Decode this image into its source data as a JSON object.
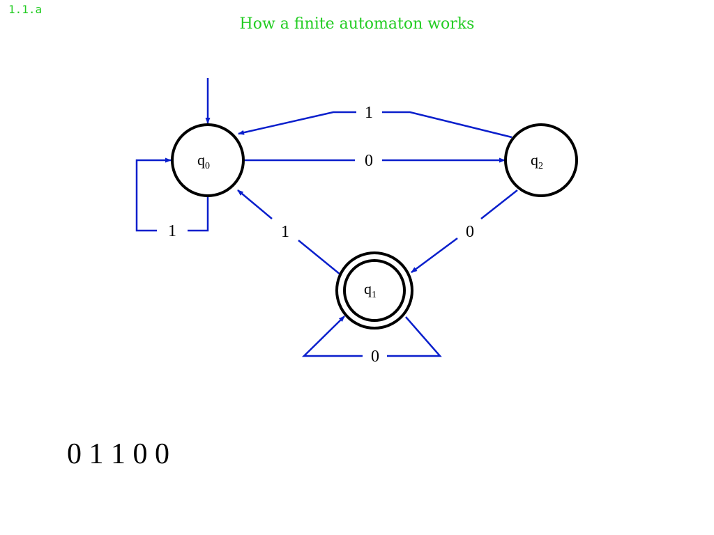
{
  "slide_number": "1.1.a",
  "title": "How a finite automaton works",
  "colors": {
    "title": "#22cc22",
    "edge": "#0a1fcc",
    "state_stroke": "#000000"
  },
  "states": {
    "q0": {
      "base": "q",
      "sub": "0"
    },
    "q1": {
      "base": "q",
      "sub": "1"
    },
    "q2": {
      "base": "q",
      "sub": "2"
    }
  },
  "edges": {
    "q0_self": "1",
    "q0_to_q2": "0",
    "q2_to_q0": "1",
    "q1_to_q0": "1",
    "q2_to_q1": "0",
    "q1_self": "0"
  },
  "input_string": "0 1 1 0 0"
}
